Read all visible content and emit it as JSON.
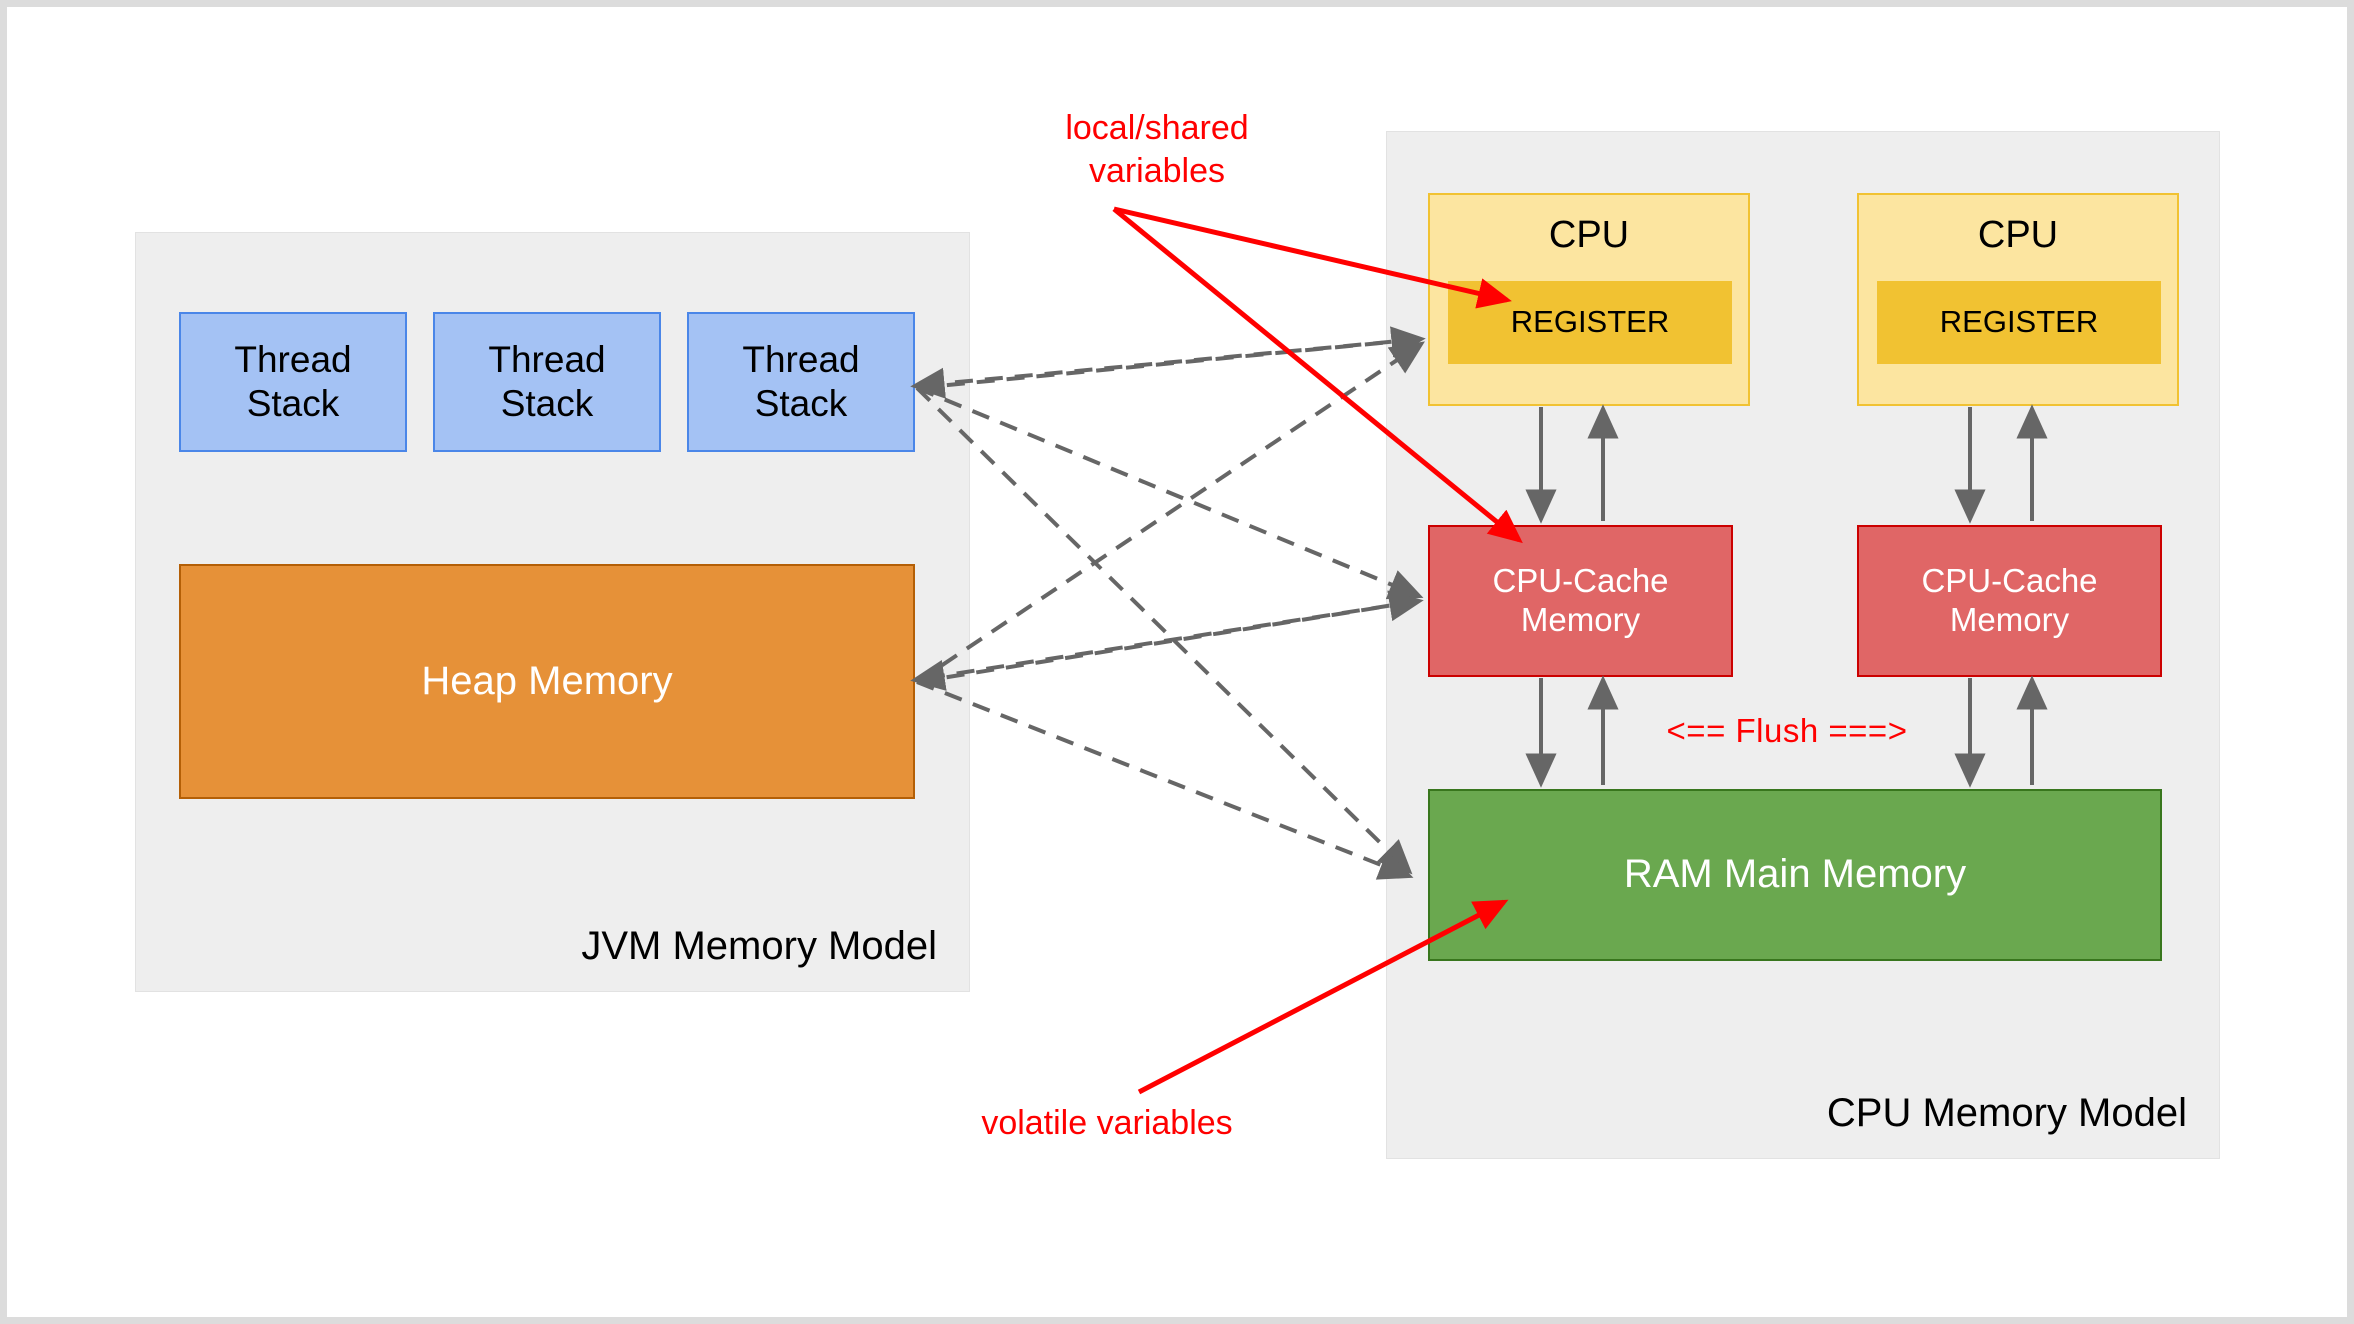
{
  "diagram": {
    "title_jvm": "JVM Memory Model",
    "title_cpu": "CPU Memory Model",
    "jvm": {
      "panel_label": "JVM Memory Model",
      "thread_stacks": [
        {
          "label": "Thread\nStack"
        },
        {
          "label": "Thread\nStack"
        },
        {
          "label": "Thread\nStack"
        }
      ],
      "heap": {
        "label": "Heap Memory"
      }
    },
    "cpu": {
      "panel_label": "CPU Memory Model",
      "cpus": [
        {
          "label": "CPU",
          "register_label": "REGISTER",
          "cache_label": "CPU-Cache\nMemory"
        },
        {
          "label": "CPU",
          "register_label": "REGISTER",
          "cache_label": "CPU-Cache\nMemory"
        }
      ],
      "ram": {
        "label": "RAM Main Memory"
      }
    },
    "annotations": {
      "local_shared": "local/shared\nvariables",
      "volatile": "volatile variables",
      "flush": "<== Flush ===>"
    },
    "colors": {
      "panel_bg": "#eeeeee",
      "thread_stack_fill": "#a4c2f4",
      "thread_stack_stroke": "#4a86e8",
      "heap_fill": "#e69138",
      "heap_stroke": "#b45f06",
      "cpu_fill": "#fce5a0",
      "cpu_stroke": "#f1c232",
      "register_fill": "#f1c232",
      "cache_fill": "#e06666",
      "cache_stroke": "#cc0000",
      "ram_fill": "#6aa84f",
      "ram_stroke": "#38761d",
      "annotation_red": "#ff0000",
      "arrow_gray": "#666666"
    }
  }
}
